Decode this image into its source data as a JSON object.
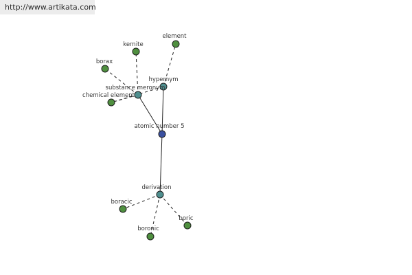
{
  "banner": {
    "url": "http://www.artikata.com"
  },
  "colors": {
    "center_node": "#3a50a0",
    "relation_node": "#4f8f8f",
    "leaf_node": "#4f8f3f"
  },
  "nodes": [
    {
      "id": "atomic-number-5",
      "label": "atomic number 5",
      "kind": "center"
    },
    {
      "id": "substance-meronym",
      "label": "substance meronym",
      "kind": "relation"
    },
    {
      "id": "hypernym",
      "label": "hypernym",
      "kind": "relation"
    },
    {
      "id": "derivation",
      "label": "derivation",
      "kind": "relation"
    },
    {
      "id": "kernite",
      "label": "kernite",
      "kind": "leaf"
    },
    {
      "id": "borax",
      "label": "borax",
      "kind": "leaf"
    },
    {
      "id": "chemical-element",
      "label": "chemical element",
      "kind": "leaf"
    },
    {
      "id": "element",
      "label": "element",
      "kind": "leaf"
    },
    {
      "id": "boracic",
      "label": "boracic",
      "kind": "leaf"
    },
    {
      "id": "boronic",
      "label": "boronic",
      "kind": "leaf"
    },
    {
      "id": "boric",
      "label": "boric",
      "kind": "leaf"
    }
  ],
  "edges": [
    {
      "from": "atomic-number-5",
      "to": "substance-meronym",
      "style": "solid"
    },
    {
      "from": "atomic-number-5",
      "to": "hypernym",
      "style": "solid"
    },
    {
      "from": "atomic-number-5",
      "to": "derivation",
      "style": "solid"
    },
    {
      "from": "substance-meronym",
      "to": "kernite",
      "style": "dashed"
    },
    {
      "from": "substance-meronym",
      "to": "borax",
      "style": "dashed"
    },
    {
      "from": "substance-meronym",
      "to": "chemical-element",
      "style": "dashed"
    },
    {
      "from": "hypernym",
      "to": "element",
      "style": "dashed"
    },
    {
      "from": "hypernym",
      "to": "chemical-element",
      "style": "dashed"
    },
    {
      "from": "derivation",
      "to": "boracic",
      "style": "dashed"
    },
    {
      "from": "derivation",
      "to": "boronic",
      "style": "dashed"
    },
    {
      "from": "derivation",
      "to": "boric",
      "style": "dashed"
    }
  ]
}
